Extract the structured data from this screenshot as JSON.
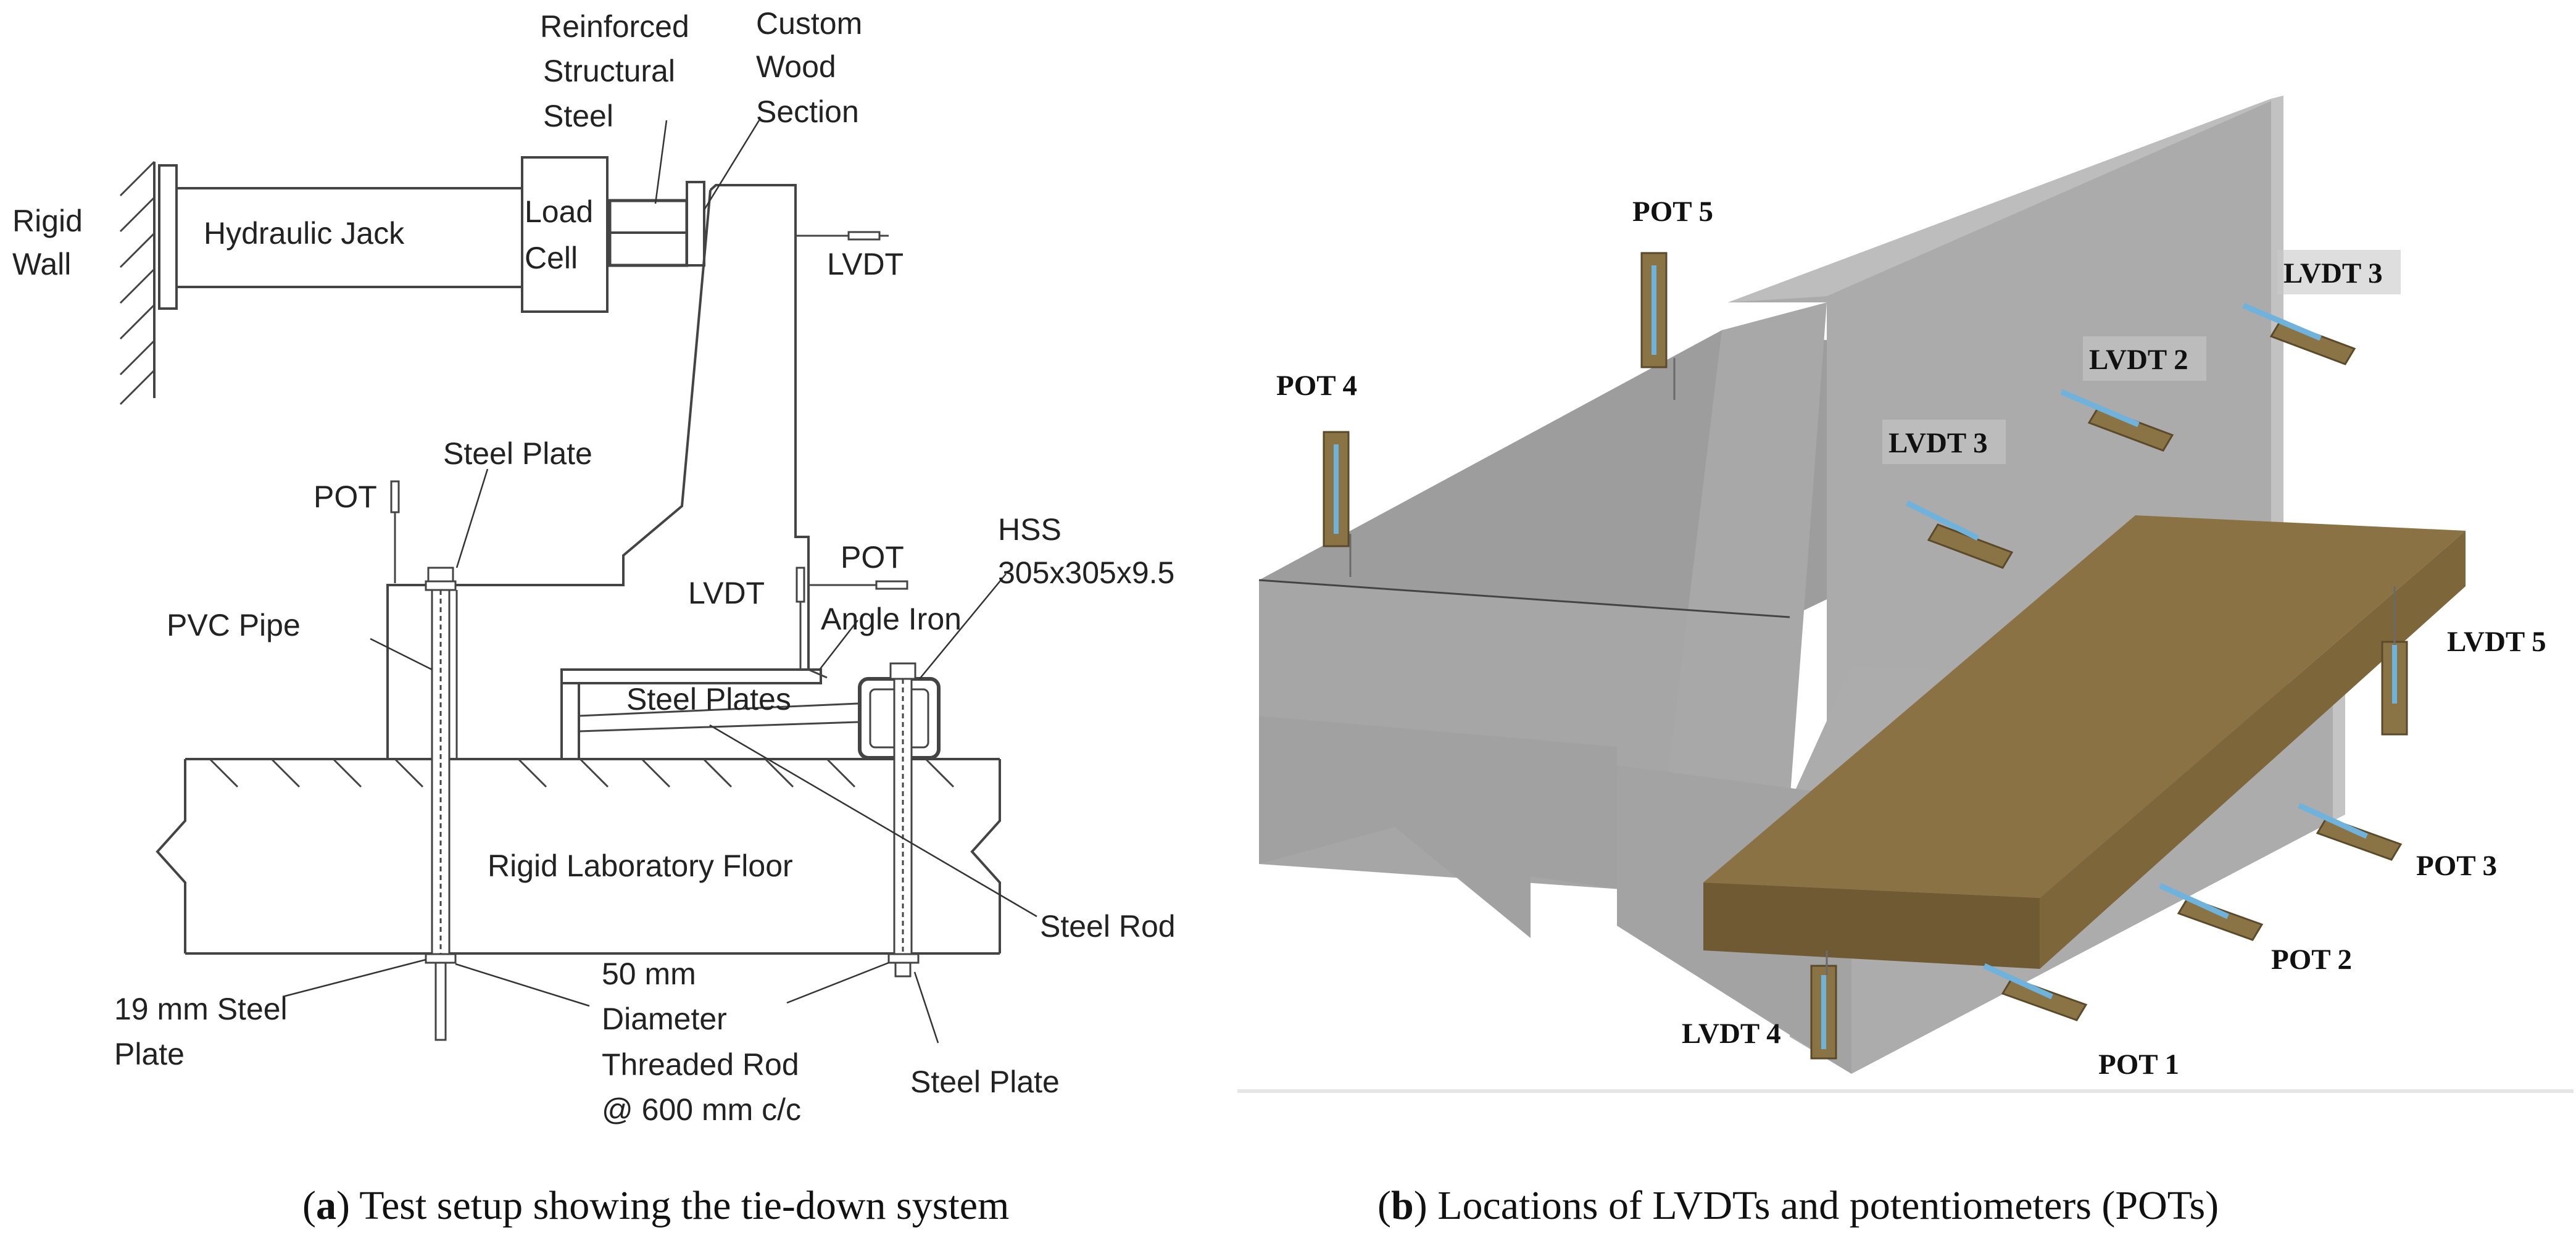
{
  "panel_a": {
    "caption_letter": "a",
    "caption_text": " Test setup showing the tie-down system",
    "labels": {
      "rigid_wall_1": "Rigid",
      "rigid_wall_2": "Wall",
      "hydraulic_jack": "Hydraulic Jack",
      "load_cell_1": "Load",
      "load_cell_2": "Cell",
      "reinforced_1": "Reinforced",
      "reinforced_2": "Structural",
      "reinforced_3": "Steel",
      "custom_1": "Custom",
      "custom_2": "Wood",
      "custom_3": "Section",
      "lvdt_top": "LVDT",
      "pot_left": "POT",
      "steel_plate_top": "Steel Plate",
      "pot_right": "POT",
      "hss_1": "HSS",
      "hss_2": "305x305x9.5",
      "lvdt_mid": "LVDT",
      "angle_iron": "Angle Iron",
      "pvc_pipe": "PVC Pipe",
      "steel_plates": "Steel Plates",
      "floor": "Rigid Laboratory Floor",
      "steel_rod": "Steel Rod",
      "rod_1": "50 mm",
      "rod_2": "Diameter",
      "rod_3": "Threaded Rod",
      "rod_4": "@ 600 mm c/c",
      "plate19_1": "19 mm Steel",
      "plate19_2": "Plate",
      "steel_plate_bottom": "Steel Plate"
    }
  },
  "panel_b": {
    "caption_letter": "b",
    "caption_text": " Locations of LVDTs and potentiometers (POTs)",
    "labels": {
      "pot5": "POT 5",
      "pot4": "POT 4",
      "lvdt3_right": "LVDT 3",
      "lvdt2": "LVDT 2",
      "lvdt3_left": "LVDT 3",
      "lvdt5": "LVDT 5",
      "pot3": "POT 3",
      "pot2": "POT 2",
      "lvdt4": "LVDT 4",
      "pot1": "POT 1"
    },
    "colors": {
      "concrete_front": "#a9a9a9",
      "concrete_top": "#9c9c9c",
      "concrete_side": "#b8b8b8",
      "wood_beam": "#7a6338",
      "sensor": "#6fb2dc"
    }
  }
}
